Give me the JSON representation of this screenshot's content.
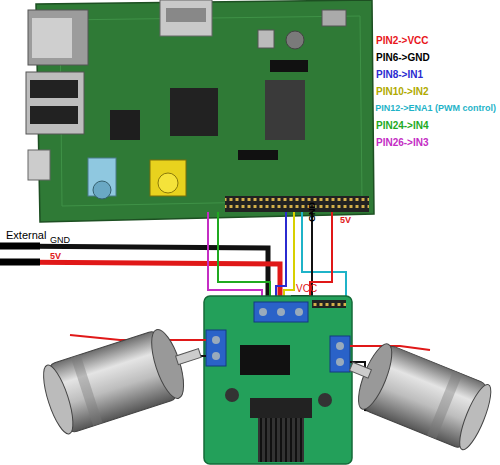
{
  "diagram": {
    "labels": [
      "External",
      "GND",
      "5V",
      "GND",
      "5V",
      "VCC"
    ],
    "legend": [
      {
        "text": "PIN2->VCC",
        "color": "#e8151b"
      },
      {
        "text": "PIN6->GND",
        "color": "#000000"
      },
      {
        "text": "PIN8->IN1",
        "color": "#2b2bd0"
      },
      {
        "text": "PIN10->IN2",
        "color": "#b0aa00"
      },
      {
        "text": "PIN12->ENA1 (PWM control)",
        "color": "#1fb3c8"
      },
      {
        "text": "PIN24->IN4",
        "color": "#1faa1f"
      },
      {
        "text": "PIN26->IN3",
        "color": "#c42cc4"
      }
    ]
  }
}
